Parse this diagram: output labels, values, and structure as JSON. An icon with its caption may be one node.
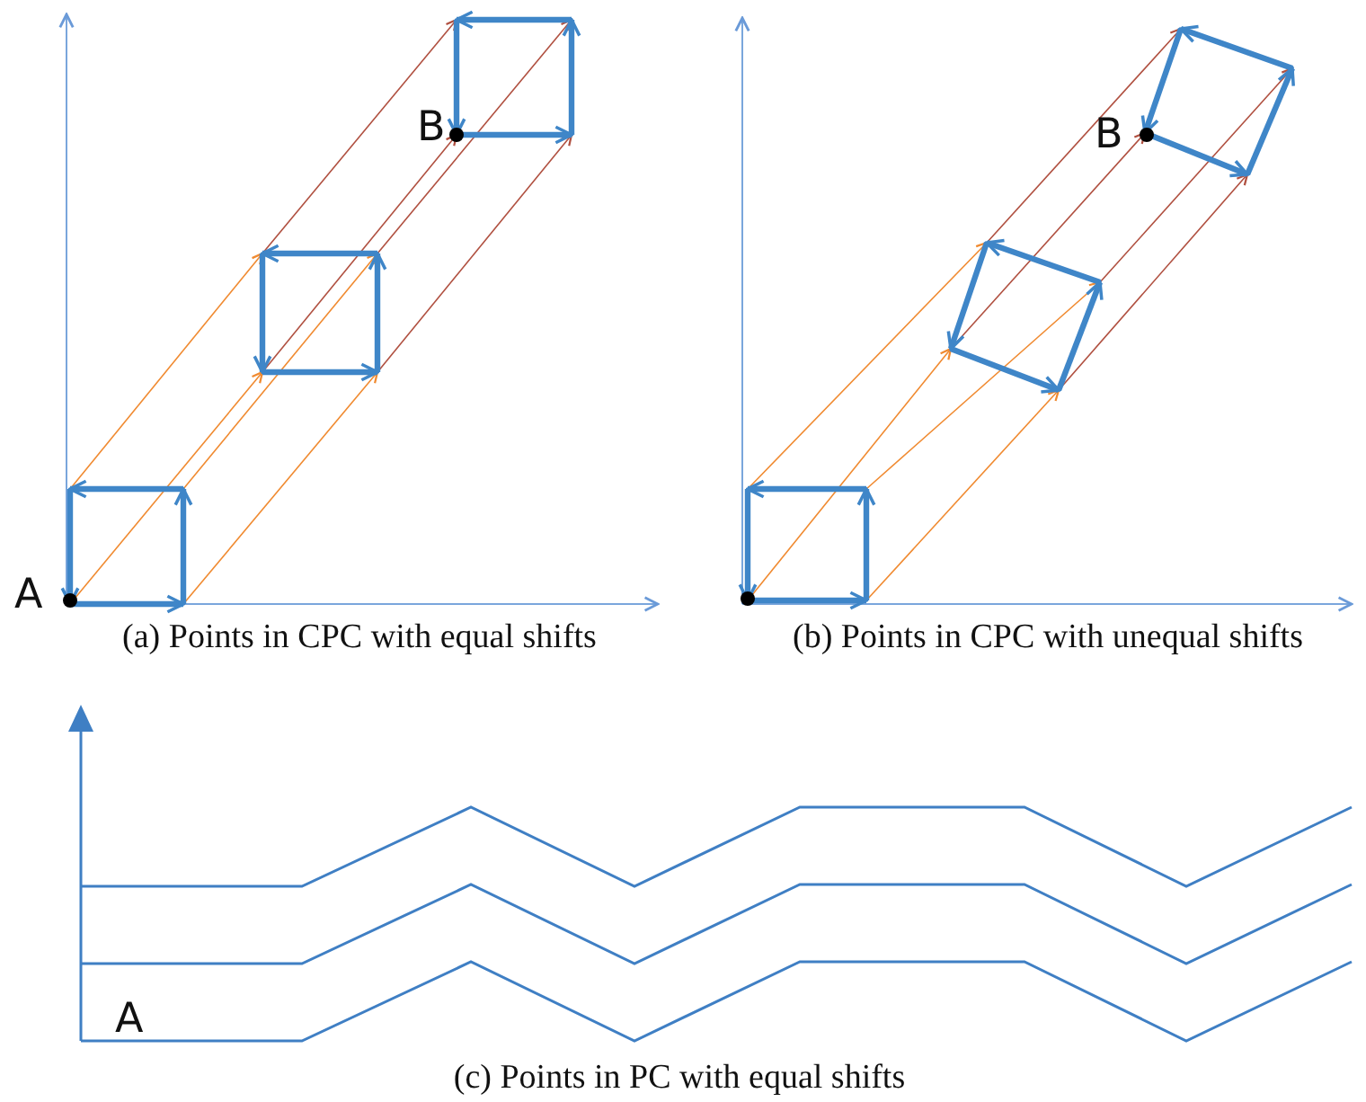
{
  "diagram": {
    "labels": [
      "B",
      "B",
      "A",
      "(a) Points in CPC with equal shifts",
      "(b) Points in CPC with unequal shifts",
      "A",
      "(c) Points in PC with equal shifts"
    ]
  }
}
